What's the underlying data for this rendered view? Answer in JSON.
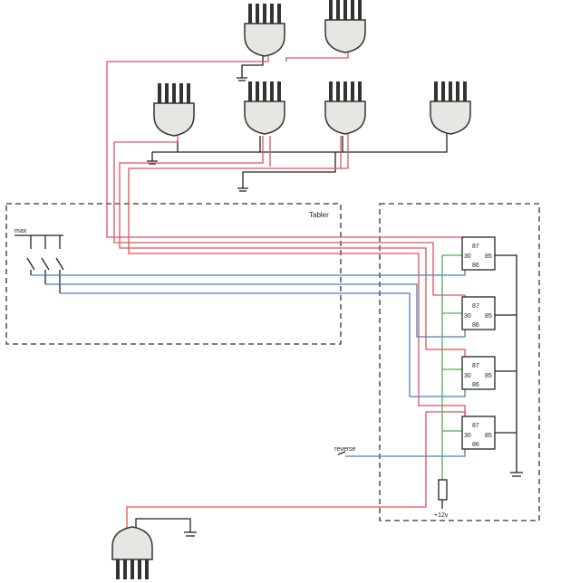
{
  "labels": {
    "switch_box": "Tabler",
    "max": "max",
    "reverse": "reverse",
    "supply": "+12v"
  },
  "relays": [
    {
      "name": "relay-1",
      "pins": {
        "p87": "87",
        "p30": "30",
        "p85": "85",
        "p86": "86"
      }
    },
    {
      "name": "relay-2",
      "pins": {
        "p87": "87",
        "p30": "30",
        "p85": "85",
        "p86": "86"
      }
    },
    {
      "name": "relay-3",
      "pins": {
        "p87": "87",
        "p30": "30",
        "p85": "85",
        "p86": "86"
      }
    },
    {
      "name": "relay-4",
      "pins": {
        "p87": "87",
        "p30": "30",
        "p85": "85",
        "p86": "86"
      }
    }
  ],
  "colors": {
    "power_wire": "#e2525c",
    "switch_wire": "#4a7fb8",
    "feed_wire": "#4caf50",
    "ground_wire": "#222222",
    "lamp_fill": "#e8e6e3",
    "box_border": "#333333"
  }
}
